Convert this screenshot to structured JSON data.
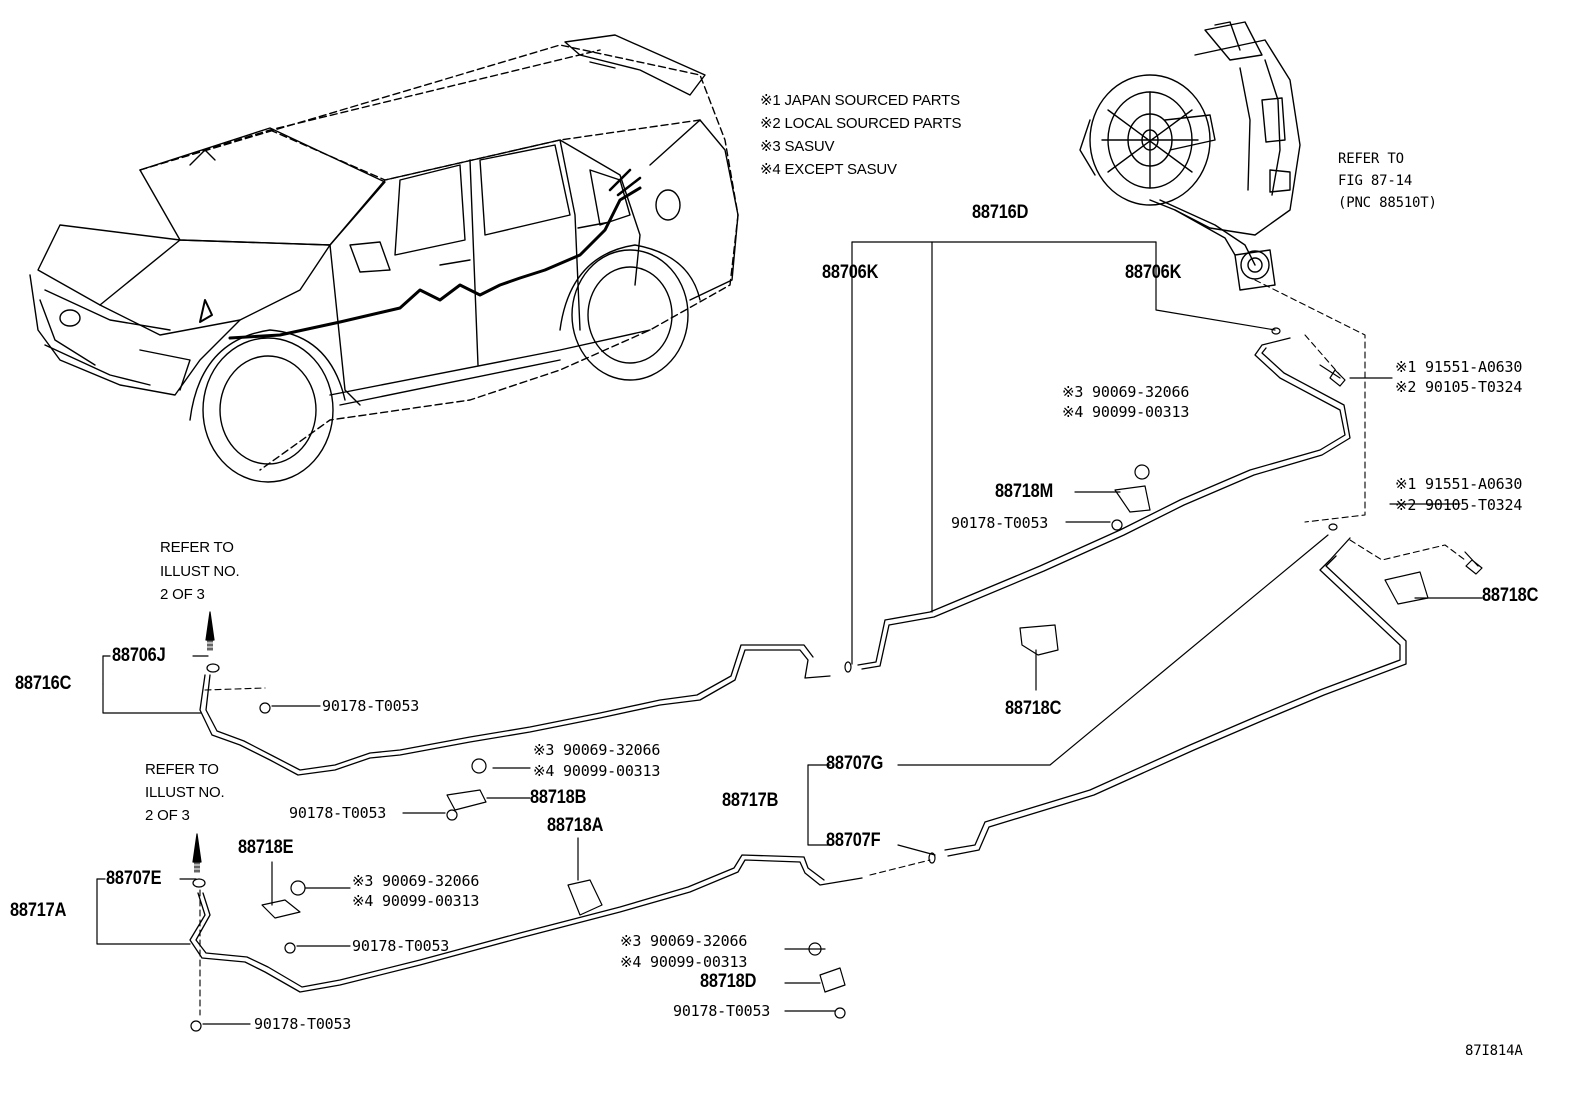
{
  "legend": [
    "※1 JAPAN SOURCED PARTS",
    "※2 LOCAL SOURCED PARTS",
    "※3 SASUV",
    "※4 EXCEPT SASUV"
  ],
  "refer_fig": [
    "REFER TO",
    "FIG 87-14",
    "(PNC 88510T)"
  ],
  "refer_illust": [
    "REFER TO",
    "ILLUST NO.",
    "2 OF 3"
  ],
  "parts": {
    "p88716D": "88716D",
    "p88706K": "88706K",
    "p88716C": "88716C",
    "p88706J": "88706J",
    "p88717A": "88717A",
    "p88707E": "88707E",
    "p88717B": "88717B",
    "p88707G": "88707G",
    "p88707F": "88707F",
    "p88718M": "88718M",
    "p88718C": "88718C",
    "p88718B": "88718B",
    "p88718A": "88718A",
    "p88718E": "88718E",
    "p88718D": "88718D"
  },
  "hardware": {
    "bolt_jp": "※1 91551-A0630",
    "bolt_local": "※2 90105-T0324",
    "clip_sasuv": "※3 90069-32066",
    "clip_except": "※4 90099-00313",
    "clamp": "90178-T0053"
  },
  "figure_id": "87I814A"
}
